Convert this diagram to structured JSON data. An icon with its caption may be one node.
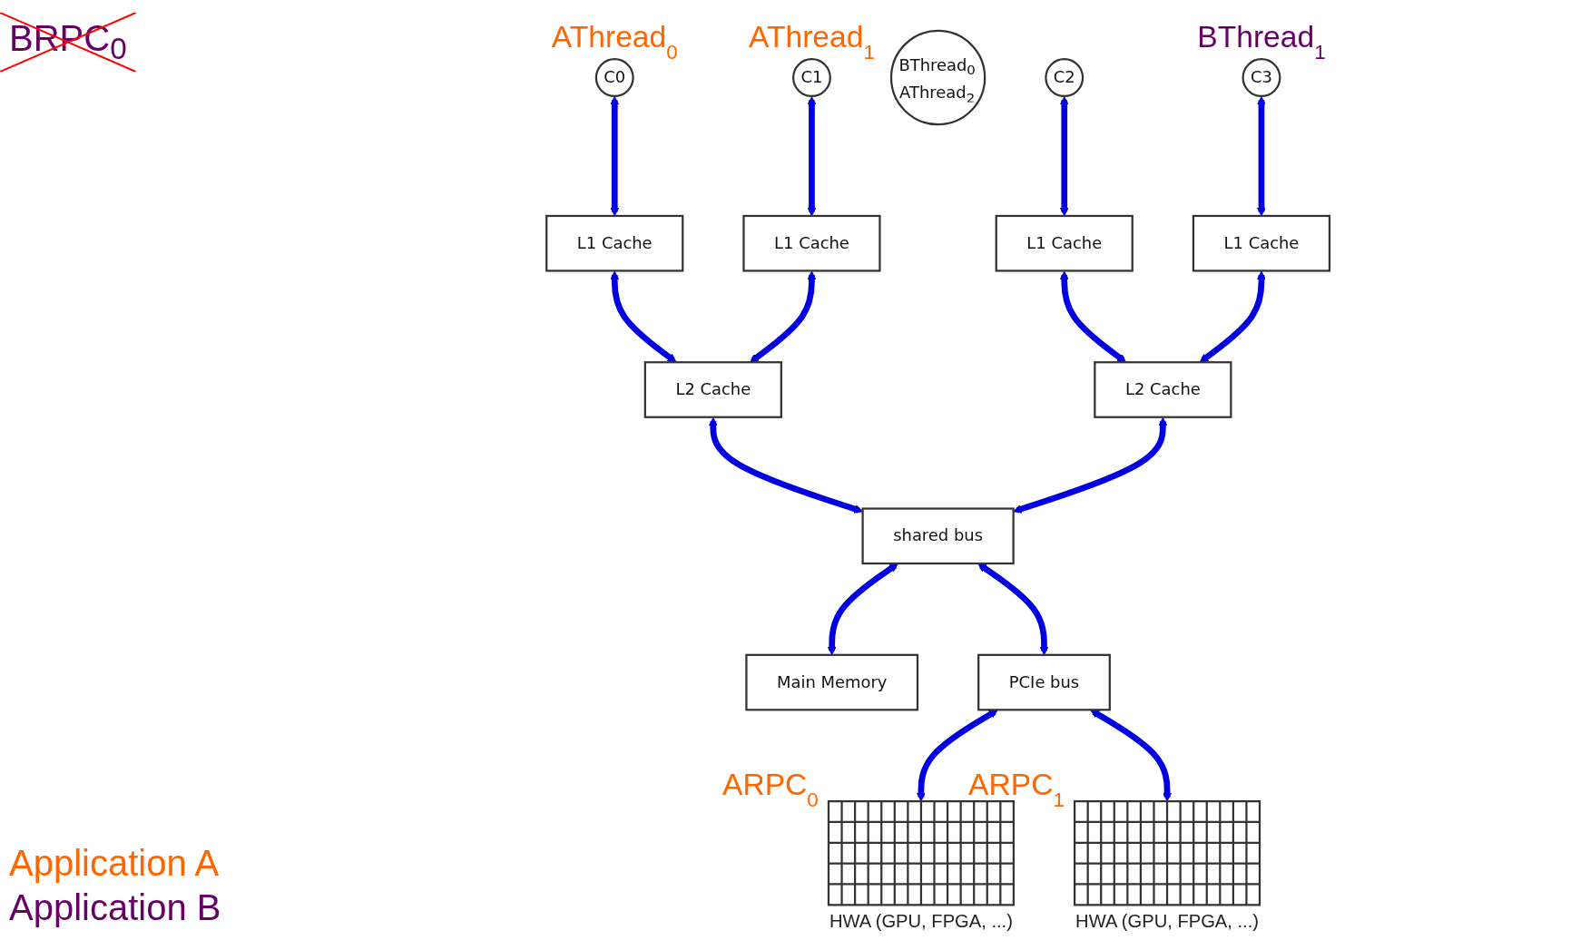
{
  "diagram": {
    "nodes": [
      {
        "text": [
          "C0"
        ],
        "beside": [
          "AThread$_{0}$"
        ]
      },
      {
        "text": [
          "C1"
        ],
        "beside": [
          "AThread$_{1}$"
        ]
      },
      {
        "text": [
          "BThread$_{0}$",
          "AThread$_{2}$"
        ]
      },
      {
        "text": [
          "C2"
        ]
      },
      {
        "text": [
          "C3"
        ],
        "beside": [
          "BThread$_{1}$"
        ]
      },
      {
        "text": [
          "L1 Cache"
        ]
      },
      {
        "text": [
          "L1 Cache"
        ]
      },
      {
        "text": [
          "L1 Cache"
        ]
      },
      {
        "text": [
          "L1 Cache"
        ]
      },
      {
        "text": [
          "L2 Cache"
        ]
      },
      {
        "text": [
          "L2 Cache"
        ]
      },
      {
        "text": [
          "shared bus"
        ]
      },
      {
        "text": [
          "Main Memory"
        ]
      },
      {
        "text": [
          "PCIe bus"
        ]
      },
      {
        "text": [],
        "shape": "box",
        "beside": [
          "ARPC$_{0}$",
          "HWA (GPU, FPGA, ...)"
        ]
      },
      {
        "text": [],
        "shape": "box",
        "beside": [
          "ARPC$_{1}$",
          "HWA (GPU, FPGA, ...)"
        ]
      }
    ],
    "edges": [
      {
        "from": 0,
        "to": 5,
        "arrow": "both"
      },
      {
        "from": 1,
        "to": 6,
        "arrow": "both"
      },
      {
        "from": 3,
        "to": 7,
        "arrow": "both"
      },
      {
        "from": 4,
        "to": 8,
        "arrow": "both"
      },
      {
        "from": 5,
        "to": 9,
        "arrow": "both"
      },
      {
        "from": 6,
        "to": 9,
        "arrow": "both"
      },
      {
        "from": 7,
        "to": 10,
        "arrow": "both"
      },
      {
        "from": 8,
        "to": 10,
        "arrow": "both"
      },
      {
        "from": 9,
        "to": 11,
        "arrow": "both"
      },
      {
        "from": 10,
        "to": 11,
        "arrow": "both"
      },
      {
        "from": 11,
        "to": 12,
        "arrow": "both"
      },
      {
        "from": 11,
        "to": 13,
        "arrow": "both"
      },
      {
        "from": 13,
        "to": 14,
        "arrow": "both"
      },
      {
        "from": 13,
        "to": 15,
        "arrow": "both"
      }
    ],
    "labels": [
      "BRPC$_{0}$"
    ],
    "legend": [
      {
        "text": "Application A",
        "color": "#ff6600"
      },
      {
        "text": "Application B",
        "color": "#660066"
      }
    ]
  }
}
